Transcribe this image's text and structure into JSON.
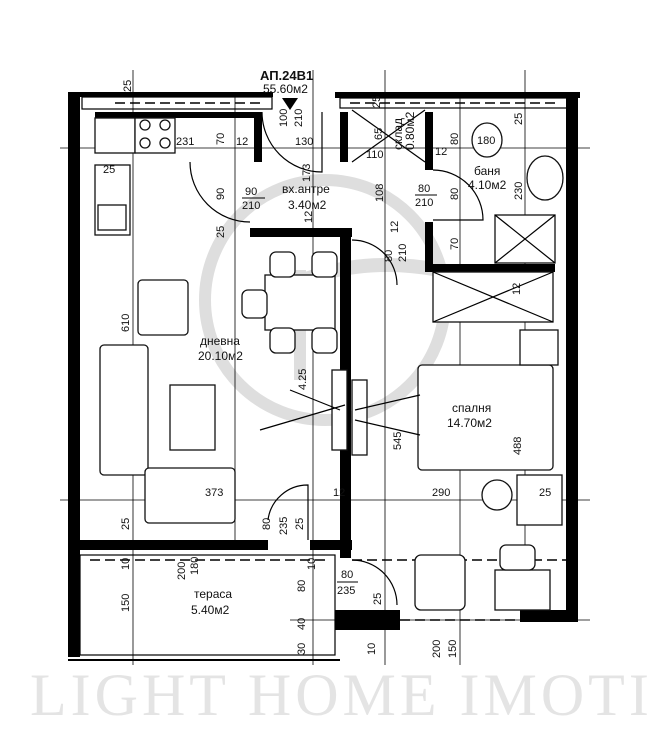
{
  "apartment": {
    "name": "АП.24В1",
    "area": "55.60м2"
  },
  "rooms": {
    "hall": {
      "name": "вх.антре",
      "area": "3.40м2"
    },
    "living": {
      "name": "дневна",
      "area": "20.10м2"
    },
    "bedroom": {
      "name": "спалня",
      "area": "14.70м2"
    },
    "bathroom": {
      "name": "баня",
      "area": "4.10м2"
    },
    "storage": {
      "name": "склад",
      "area": "0.80м2"
    },
    "terrace": {
      "name": "тераса",
      "area": "5.40м2"
    }
  },
  "dims": [
    "25",
    "100",
    "210",
    "130",
    "231",
    "70",
    "12",
    "25",
    "90",
    "90",
    "210",
    "173",
    "12",
    "25",
    "25",
    "65",
    "110",
    "12",
    "80",
    "180",
    "25",
    "108",
    "80",
    "210",
    "80",
    "230",
    "70",
    "12",
    "80",
    "210",
    "12",
    "610",
    "4.25",
    "545",
    "488",
    "373",
    "12",
    "290",
    "25",
    "25",
    "80",
    "235",
    "25",
    "10",
    "200",
    "180",
    "10",
    "80",
    "80",
    "235",
    "150",
    "25",
    "40",
    "30",
    "10",
    "200",
    "150"
  ],
  "watermark": "LIGHT HOME IMOTI",
  "colors": {
    "walls": "#000000",
    "watermark": "#e4e4e4"
  }
}
